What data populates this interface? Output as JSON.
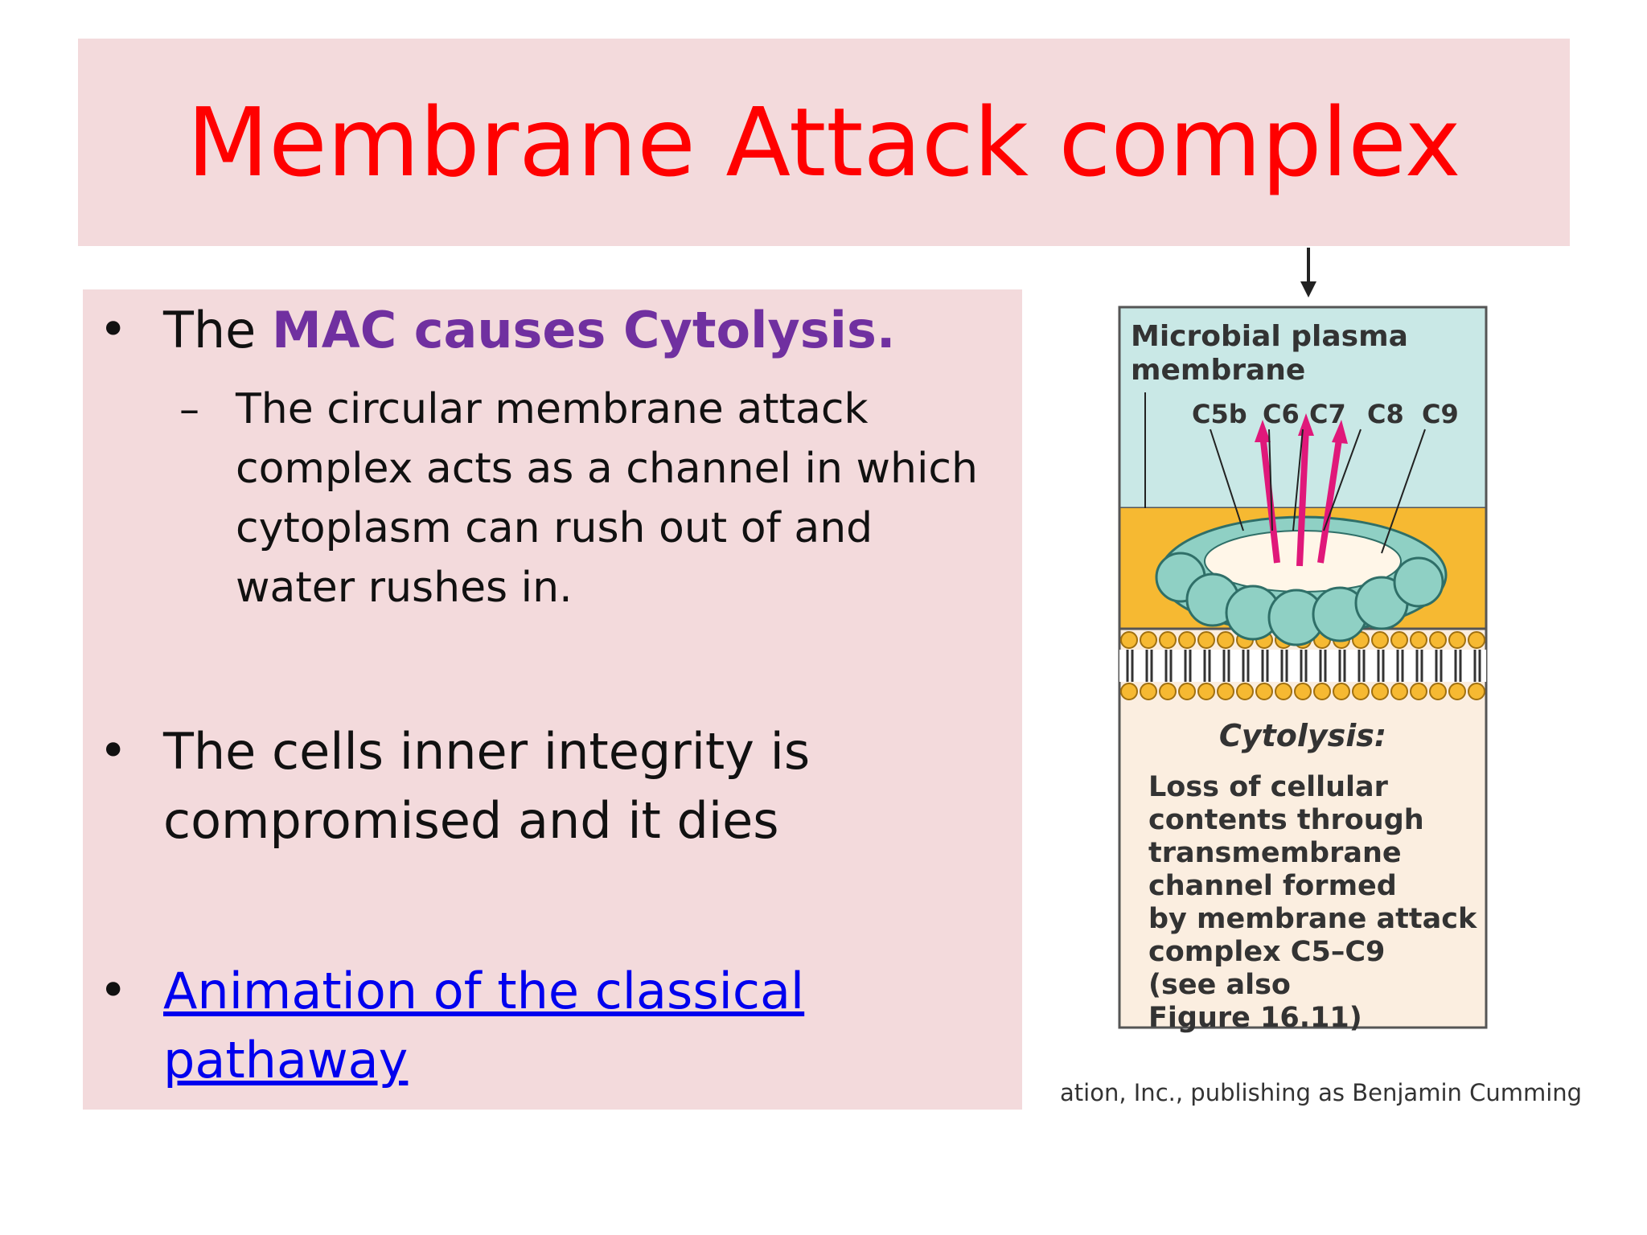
{
  "slide": {
    "title": "Membrane Attack complex",
    "bullets": [
      {
        "plain": "The ",
        "emphasis": "MAC causes Cytolysis."
      },
      {
        "text": "The cells inner integrity is compromised and it dies"
      },
      {
        "link": "Animation of the classical pathaway"
      }
    ],
    "sub_bullet": "The circular membrane attack complex acts as a channel in which cytoplasm can rush out of and water rushes in.",
    "bullet_symbol": "•",
    "dash_symbol": "–"
  },
  "figure": {
    "label_membrane": [
      "Microbial plasma",
      "membrane"
    ],
    "components": [
      "C5b",
      "C6",
      "C7",
      "C8",
      "C9"
    ],
    "cytolysis_heading": "Cytolysis:",
    "cytolysis_lines": [
      "Loss of cellular",
      "contents through",
      "transmembrane",
      "channel formed",
      "by membrane attack",
      "complex C5–C9",
      "(see also",
      "Figure 16.11)"
    ],
    "credit": "ation, Inc., publishing as Benjamin Cumming:",
    "colors": {
      "top_panel": "#c9e8e6",
      "membrane": "#f6b932",
      "bottom_panel": "#fbeee0",
      "ring": "#8fd0c4",
      "arrow": "#e0187a"
    }
  }
}
